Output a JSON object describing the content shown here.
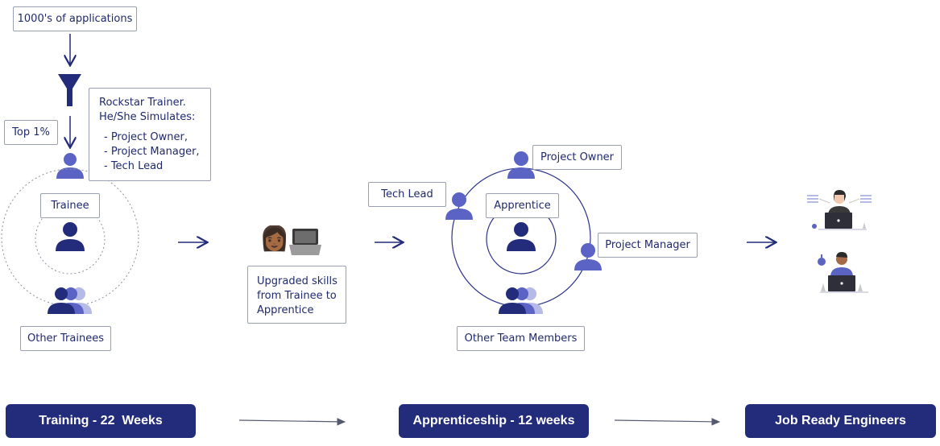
{
  "colors": {
    "navy": "#232c7a",
    "person": "#5b63c4",
    "person_light": "#b6bae6"
  },
  "training": {
    "applications_label": "1000's of applications",
    "top_label": "Top 1%",
    "trainer_title": "Rockstar Trainer.",
    "trainer_sub": "He/She Simulates:",
    "trainer_roles": [
      "- Project Owner,",
      "- Project Manager,",
      "- Tech Lead"
    ],
    "trainee_label": "Trainee",
    "others_label": "Other Trainees"
  },
  "transition": {
    "emoji": "👩🏾💻",
    "lines": [
      "Upgraded skills",
      "from Trainee to",
      "Apprentice"
    ]
  },
  "apprenticeship": {
    "project_owner_label": "Project Owner",
    "tech_lead_label": "Tech Lead",
    "apprentice_label": "Apprentice",
    "project_manager_label": "Project Manager",
    "others_label": "Other Team Members"
  },
  "phases": {
    "training": "Training - 22  Weeks",
    "apprenticeship": "Apprenticeship - 12 weeks",
    "job_ready": "Job Ready Engineers"
  }
}
